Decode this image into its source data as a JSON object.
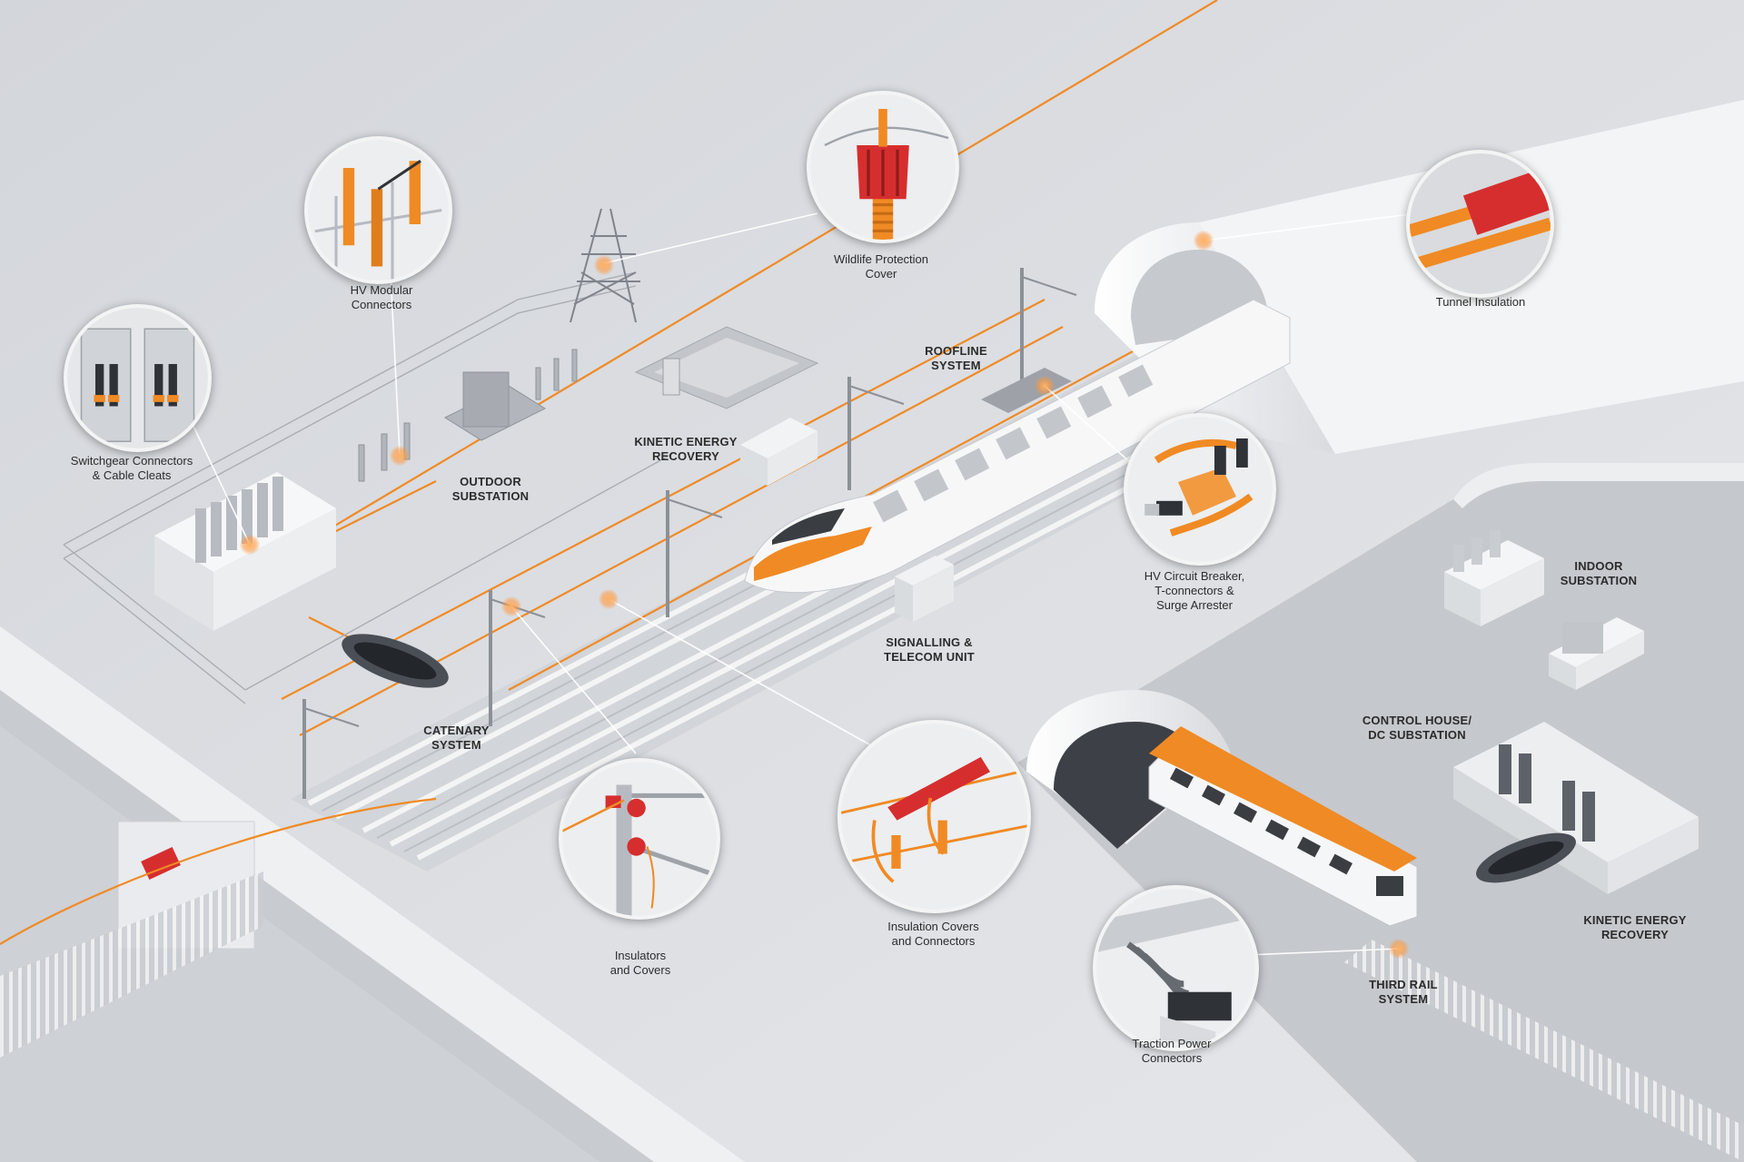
{
  "colors": {
    "accent": "#f08a24",
    "ground": "#dfe1e5",
    "accent_red": "#d62e2e"
  },
  "labels": {
    "switchgear": [
      "Switchgear Connectors",
      "& Cable Cleats"
    ],
    "hv_modular": [
      "HV Modular",
      "Connectors"
    ],
    "outdoor_substation": [
      "OUTDOOR",
      "SUBSTATION"
    ],
    "kinetic_top": [
      "KINETIC ENERGY",
      "RECOVERY"
    ],
    "wildlife": [
      "Wildlife Protection",
      "Cover"
    ],
    "roofline": [
      "ROOFLINE",
      "SYSTEM"
    ],
    "tunnel_insulation": [
      "Tunnel Insulation"
    ],
    "hv_breaker": [
      "HV Circuit Breaker,",
      "T-connectors &",
      "Surge Arrester"
    ],
    "indoor_substation": [
      "INDOOR",
      "SUBSTATION"
    ],
    "signalling": [
      "SIGNALLING &",
      "TELECOM UNIT"
    ],
    "catenary": [
      "CATENARY",
      "SYSTEM"
    ],
    "control_house": [
      "CONTROL HOUSE/",
      "DC SUBSTATION"
    ],
    "insulators": [
      "Insulators",
      "and Covers"
    ],
    "insulation_covers": [
      "Insulation Covers",
      "and Connectors"
    ],
    "kinetic_bottom": [
      "KINETIC ENERGY",
      "RECOVERY"
    ],
    "third_rail": [
      "THIRD RAIL",
      "SYSTEM"
    ],
    "traction": [
      "Traction Power",
      "Connectors"
    ]
  },
  "callouts": {
    "switchgear": "switchgear-closeup",
    "hv_modular": "hv-modular-closeup",
    "wildlife": "wildlife-cover-closeup",
    "tunnel": "tunnel-insulation-closeup",
    "breaker": "hv-breaker-closeup",
    "insulators": "insulators-closeup",
    "insulation": "insulation-covers-closeup",
    "traction": "traction-connectors-closeup"
  }
}
